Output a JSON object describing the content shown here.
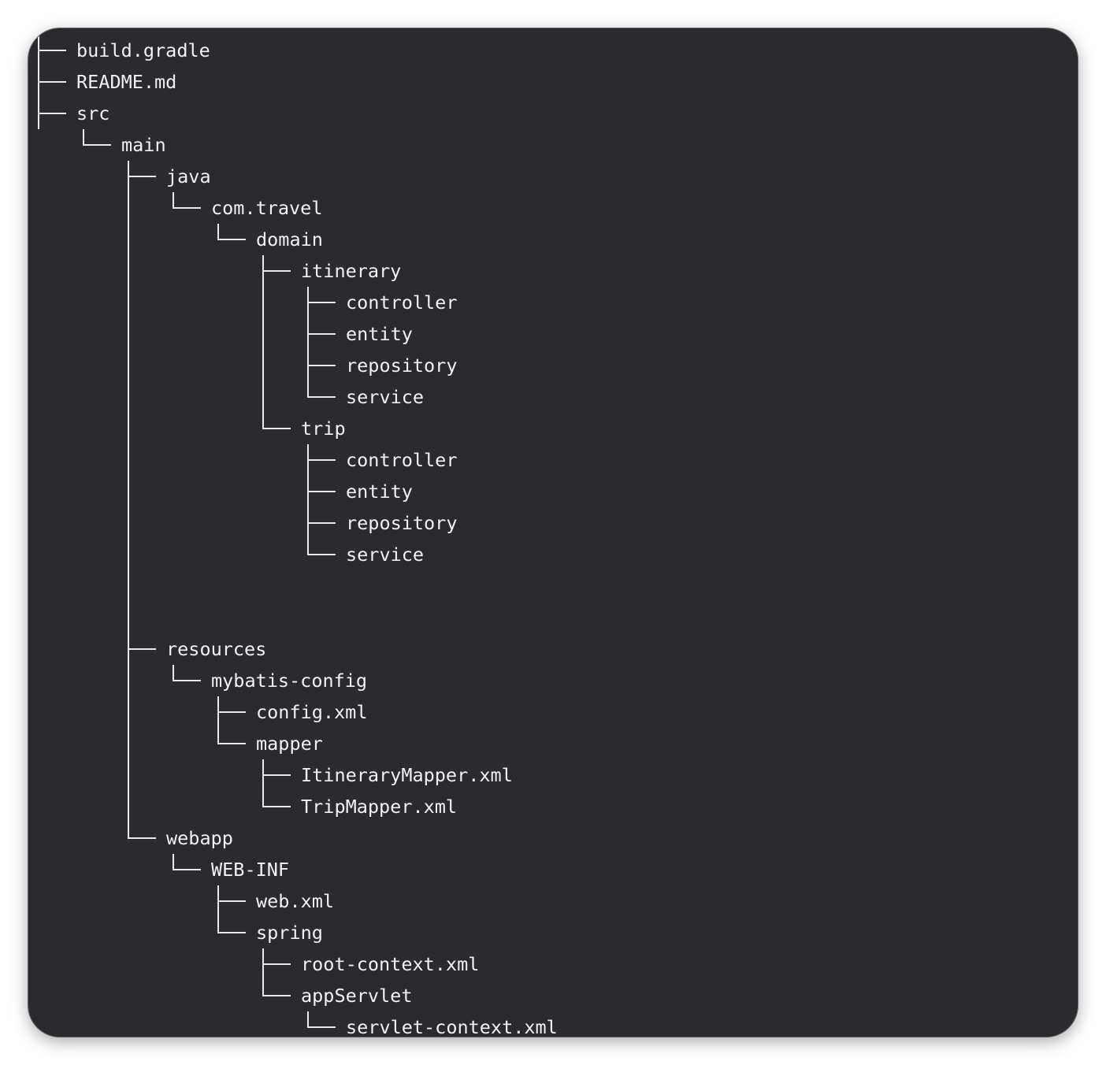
{
  "colors": {
    "background": "#2a2a2f",
    "text": "#f2f2f4",
    "lines": "#e9e9ed"
  },
  "tree": [
    {
      "depth": 0,
      "last": false,
      "name": "build.gradle",
      "kind": "file"
    },
    {
      "depth": 0,
      "last": false,
      "name": "README.md",
      "kind": "file"
    },
    {
      "depth": 0,
      "last": false,
      "name": "src",
      "kind": "folder"
    },
    {
      "depth": 1,
      "last": true,
      "name": "main",
      "kind": "folder"
    },
    {
      "depth": 2,
      "last": false,
      "name": "java",
      "kind": "folder"
    },
    {
      "depth": 3,
      "last": true,
      "name": "com.travel",
      "kind": "folder"
    },
    {
      "depth": 4,
      "last": true,
      "name": "domain",
      "kind": "folder"
    },
    {
      "depth": 5,
      "last": false,
      "name": "itinerary",
      "kind": "folder"
    },
    {
      "depth": 6,
      "last": false,
      "name": "controller",
      "kind": "folder"
    },
    {
      "depth": 6,
      "last": false,
      "name": "entity",
      "kind": "folder"
    },
    {
      "depth": 6,
      "last": false,
      "name": "repository",
      "kind": "folder"
    },
    {
      "depth": 6,
      "last": true,
      "name": "service",
      "kind": "folder"
    },
    {
      "depth": 5,
      "last": true,
      "name": "trip",
      "kind": "folder"
    },
    {
      "depth": 6,
      "last": false,
      "name": "controller",
      "kind": "folder"
    },
    {
      "depth": 6,
      "last": false,
      "name": "entity",
      "kind": "folder"
    },
    {
      "depth": 6,
      "last": false,
      "name": "repository",
      "kind": "folder"
    },
    {
      "depth": 6,
      "last": true,
      "name": "service",
      "kind": "folder"
    },
    {
      "depth": -1,
      "last": false,
      "name": "",
      "kind": "spacer"
    },
    {
      "depth": -1,
      "last": false,
      "name": "",
      "kind": "spacer"
    },
    {
      "depth": 2,
      "last": false,
      "name": "resources",
      "kind": "folder"
    },
    {
      "depth": 3,
      "last": true,
      "name": "mybatis-config",
      "kind": "folder"
    },
    {
      "depth": 4,
      "last": false,
      "name": "config.xml",
      "kind": "file"
    },
    {
      "depth": 4,
      "last": true,
      "name": "mapper",
      "kind": "folder"
    },
    {
      "depth": 5,
      "last": false,
      "name": "ItineraryMapper.xml",
      "kind": "file"
    },
    {
      "depth": 5,
      "last": true,
      "name": "TripMapper.xml",
      "kind": "file"
    },
    {
      "depth": 2,
      "last": true,
      "name": "webapp",
      "kind": "folder"
    },
    {
      "depth": 3,
      "last": true,
      "name": "WEB-INF",
      "kind": "folder"
    },
    {
      "depth": 4,
      "last": false,
      "name": "web.xml",
      "kind": "file"
    },
    {
      "depth": 4,
      "last": true,
      "name": "spring",
      "kind": "folder"
    },
    {
      "depth": 5,
      "last": false,
      "name": "root-context.xml",
      "kind": "file"
    },
    {
      "depth": 5,
      "last": true,
      "name": "appServlet",
      "kind": "folder"
    },
    {
      "depth": 6,
      "last": true,
      "name": "servlet-context.xml",
      "kind": "file"
    }
  ]
}
